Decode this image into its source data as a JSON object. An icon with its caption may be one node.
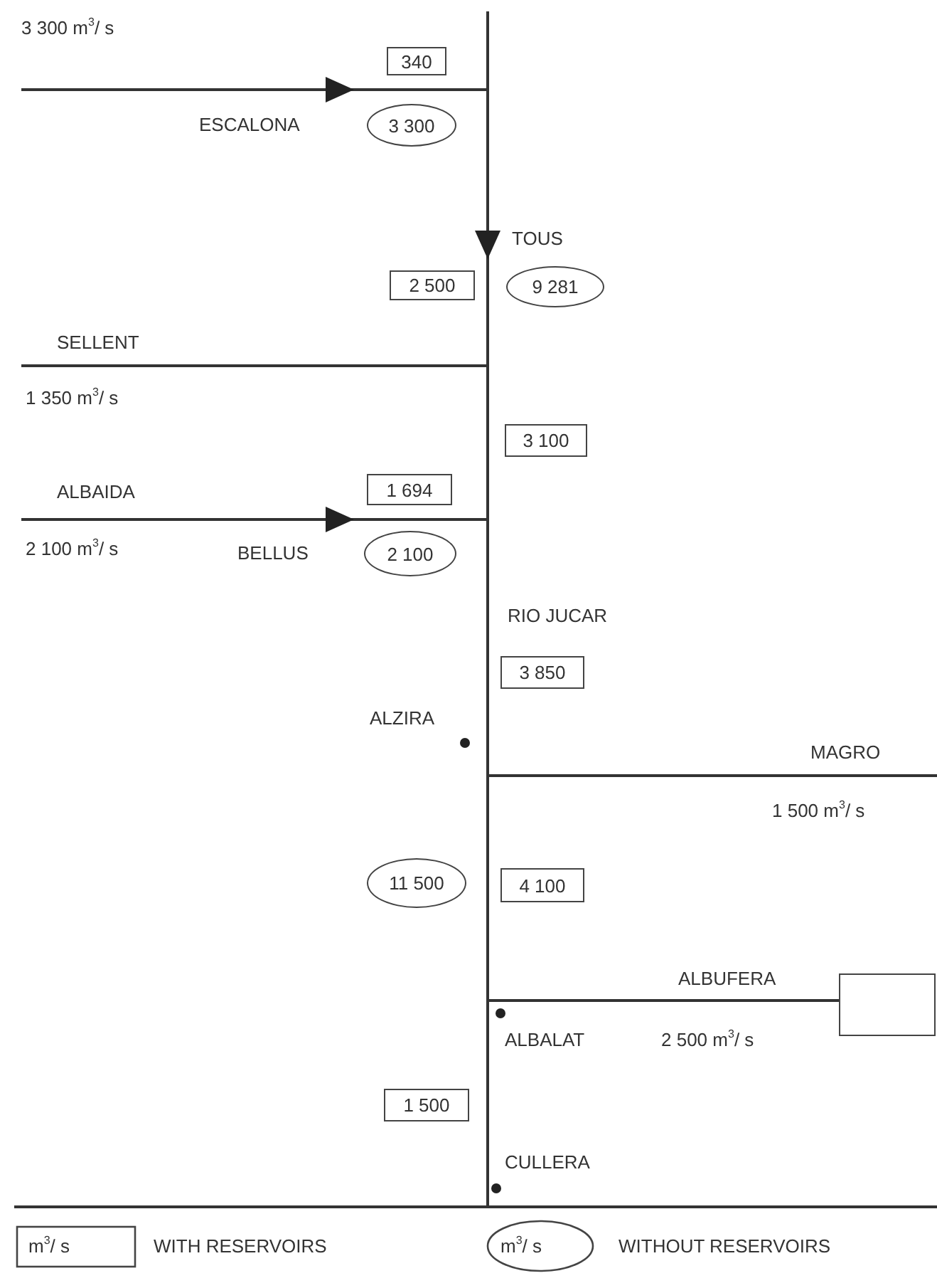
{
  "diagram": {
    "nodes": [
      {
        "text": [
          "340"
        ]
      },
      {
        "text": [
          "3 300"
        ]
      },
      {
        "text": [
          "2 500"
        ]
      },
      {
        "text": [
          "9 281"
        ]
      },
      {
        "text": [
          "3 100"
        ]
      },
      {
        "text": [
          "1 694"
        ]
      },
      {
        "text": [
          "2 100"
        ]
      },
      {
        "text": [
          "3 850"
        ]
      },
      {
        "text": [
          "11 500"
        ]
      },
      {
        "text": [
          "4 100"
        ]
      },
      {
        "text": [],
        "shape": "box"
      },
      {
        "text": [
          "1 500"
        ]
      }
    ],
    "edges": [
      {
        "from": null,
        "to": 10,
        "arrow": "none"
      }
    ],
    "labels": [
      "3 300 m$^{3}$/ s",
      "ESCALONA",
      "TOUS",
      "SELLENT",
      "1 350 m$^{3}$/ s",
      "ALBAIDA",
      "2 100 m$^{3}$/ s",
      "BELLUS",
      "RIO JUCAR",
      "ALZIRA",
      "MAGRO",
      "1 500 m$^{3}$/ s",
      "ALBUFERA",
      "ALBALAT",
      "2 500 m$^{3}$/ s",
      "CULLERA",
      "m$^{3}$/ s",
      "m$^{3}$/ s"
    ],
    "legend": [
      {
        "text": "WITH RESERVOIRS"
      },
      {
        "text": "WITHOUT RESERVOIRS"
      }
    ]
  }
}
